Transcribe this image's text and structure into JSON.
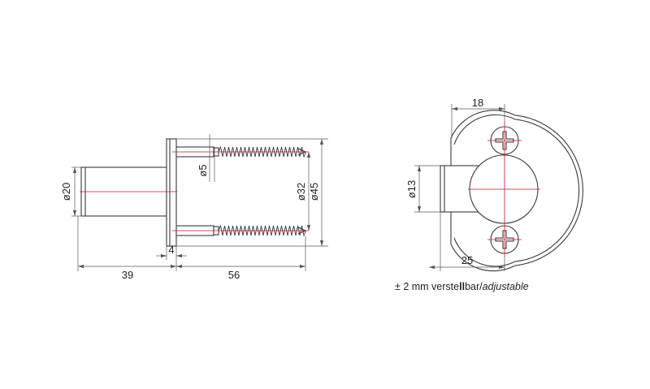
{
  "colors": {
    "outline": "#3a3a3a",
    "centerline": "#c8102e",
    "dimension": "#555555",
    "background": "#ffffff"
  },
  "side_view": {
    "dim_overall_left": "39",
    "dim_overall_right": "56",
    "dim_flange": "4",
    "dim_post_dia": "ø20",
    "dim_screw_dia": "ø5",
    "dim_screw_spacing": "ø32",
    "dim_flange_dia": "ø45"
  },
  "front_view": {
    "dim_top": "18",
    "dim_post_dia": "ø13",
    "dim_bottom": "25"
  },
  "caption": {
    "prefix": "± 2 mm verste",
    "bold": "ll",
    "mid": "bar/",
    "italic": "adjustable"
  }
}
